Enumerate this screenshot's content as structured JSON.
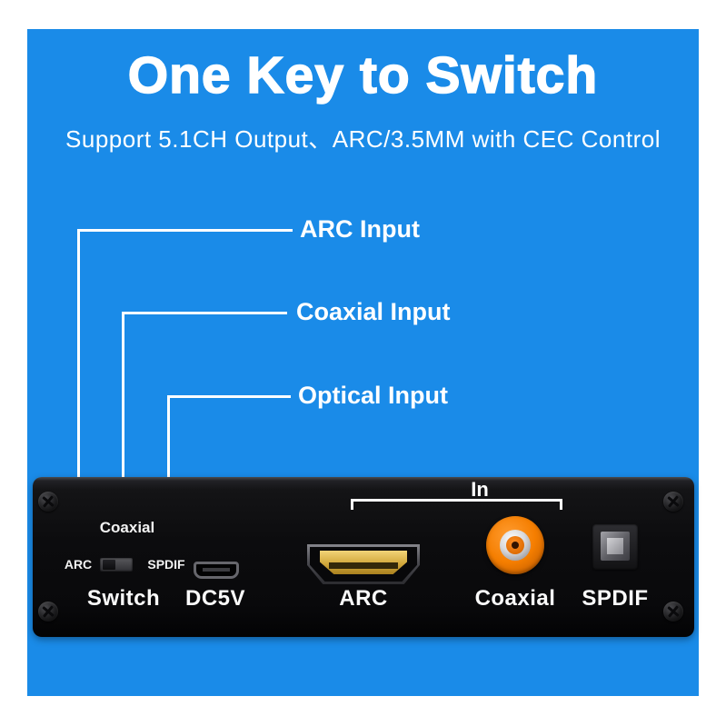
{
  "header": {
    "title": "One Key to Switch",
    "subtitle": "Support 5.1CH Output、ARC/3.5MM with CEC Control"
  },
  "callouts": [
    {
      "label": "ARC Input"
    },
    {
      "label": "Coaxial Input"
    },
    {
      "label": "Optical Input"
    }
  ],
  "device": {
    "selector": {
      "top_label": "Coaxial",
      "left_label": "ARC",
      "right_label": "SPDIF"
    },
    "group_label": "In",
    "port_labels": {
      "switch": "Switch",
      "power": "DC5V",
      "hdmi": "ARC",
      "coaxial": "Coaxial",
      "optical": "SPDIF"
    }
  },
  "colors": {
    "background_blue": "#1a8be8",
    "panel_black": "#0c0c0e",
    "text_white": "#ffffff",
    "hdmi_gold": "#d2a83c",
    "rca_orange": "#f57e00",
    "callout_line": "#ffffff"
  }
}
